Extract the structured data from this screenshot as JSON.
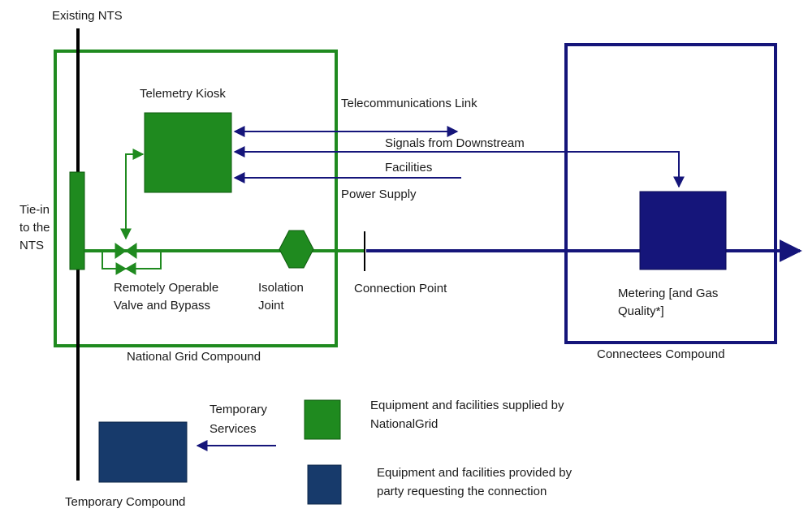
{
  "labels": {
    "existing_nts": "Existing NTS",
    "telemetry_kiosk": "Telemetry Kiosk",
    "telecommunications_link": "Telecommunications Link",
    "signals_from_downstream": "Signals from Downstream",
    "facilities": "Facilities",
    "power_supply": "Power Supply",
    "tie_in": "Tie-in\nto the\nNTS",
    "remotely_operable_valve": "Remotely Operable\nValve and Bypass",
    "isolation_joint": "Isolation\nJoint",
    "connection_point": "Connection Point",
    "metering": "Metering [and Gas\nQuality*]",
    "national_grid_compound": "National Grid Compound",
    "connectees_compound": "Connectees Compound",
    "temporary_services": "Temporary\nServices",
    "temporary_compound": "Temporary Compound"
  },
  "legend": [
    {
      "color": "#1f8a1f",
      "text": "Equipment and facilities supplied by\nNationalGrid"
    },
    {
      "color": "#173a6b",
      "text": "Equipment and facilities provided by\nparty requesting the connection"
    }
  ],
  "colors": {
    "national_grid_green": "#1f8a1f",
    "connectee_navy": "#15157a",
    "temporary_blue": "#173a6b",
    "pipeline_black": "#000000"
  }
}
